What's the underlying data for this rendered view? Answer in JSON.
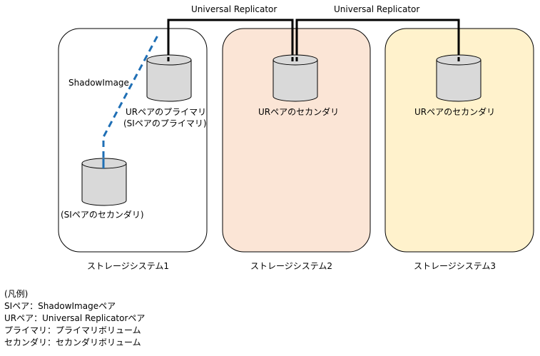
{
  "connections": {
    "ur_label_1": "Universal Replicator",
    "ur_label_2": "Universal Replicator",
    "si_label": "ShadowImage"
  },
  "systems": [
    {
      "name": "ストレージシステム1",
      "fill": "#ffffff",
      "volumes": [
        {
          "label_lines": [
            "URペアのプライマリ",
            "(SIペアのプライマリ)"
          ]
        },
        {
          "label_lines": [
            "(SIペアのセカンダリ)"
          ]
        }
      ]
    },
    {
      "name": "ストレージシステム2",
      "fill": "#fbe5d6",
      "volumes": [
        {
          "label_lines": [
            "URペアのセカンダリ"
          ]
        }
      ]
    },
    {
      "name": "ストレージシステム3",
      "fill": "#fff2cc",
      "volumes": [
        {
          "label_lines": [
            "URペアのセカンダリ"
          ]
        }
      ]
    }
  ],
  "legend": {
    "title": "(凡例)",
    "items": [
      "SIペア：ShadowImageペア",
      "URペア：Universal Replicatorペア",
      "プライマリ：プライマリボリューム",
      "セカンダリ：セカンダリボリューム"
    ]
  },
  "colors": {
    "si_line": "#1f6fb5",
    "ur_line": "#000000",
    "volume_fill": "#d9d9d9",
    "border": "#000000"
  }
}
